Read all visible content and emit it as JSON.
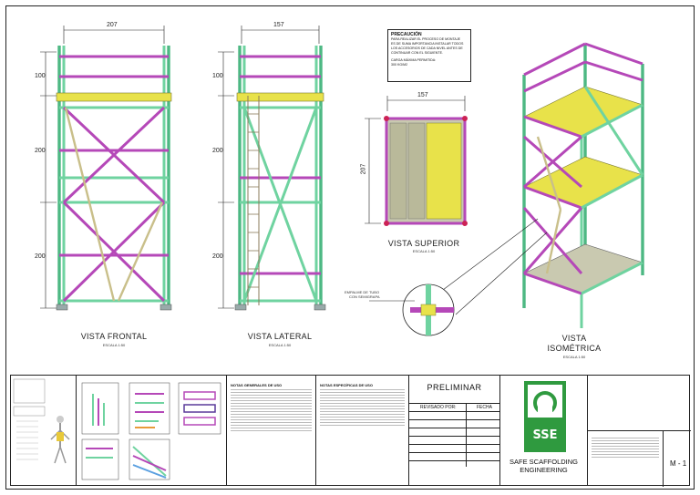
{
  "dimensions": {
    "front_width": "207",
    "lateral_width": "157",
    "top_width": "157",
    "top_depth": "207",
    "h_top": "100",
    "h_mid": "200",
    "h_low": "200",
    "lat_h_top": "100",
    "lat_h_mid": "200",
    "lat_h_low": "200"
  },
  "views": {
    "front": {
      "title": "VISTA FRONTAL",
      "scale": "ESCALA 1:50"
    },
    "lateral": {
      "title": "VISTA LATERAL",
      "scale": "ESCALA 1:50"
    },
    "top": {
      "title": "VISTA SUPERIOR",
      "scale": "ESCALA 1:50"
    },
    "iso": {
      "title_line1": "VISTA",
      "title_line2": "ISOMÉTRICA",
      "scale": "ESCALA 1:50"
    }
  },
  "warning": {
    "title": "PRECAUCIÓN",
    "line1": "PARA REALIZAR EL PROCESO DE MONTAJE",
    "line2": "ES DE SUMA IMPORTANCIA INSTALAR TODOS",
    "line3": "LOS ACCESORIOS DE CADA NIVEL ANTES DE",
    "line4": "CONTINUAR CON EL SIGUIENTE.",
    "line5": "CARGA MÁXIMA PERMITIDA:",
    "line6": "300 KG/M2"
  },
  "callout": {
    "line1": "EMPALME DE TUBO",
    "line2": "CON SEMIGRAPA"
  },
  "titleblock": {
    "notes_general_title": "NOTAS GENERALES DE USO",
    "notes_specific_title": "NOTAS ESPECÍFICAS DE USO",
    "status": "PRELIMINAR",
    "revised_label": "REVISADO POR:",
    "date_label": "FECHA",
    "company_line1": "SAFE SCAFFOLDING",
    "company_line2": "ENGINEERING",
    "logo_text": "SSE",
    "sheet_number": "M - 1"
  },
  "colors": {
    "green_tube": "#6fd3a0",
    "magenta_brace": "#b548b8",
    "yellow_platform": "#e8e24a",
    "tan_brace": "#c9bf8a",
    "logo_green": "#2f9a3f"
  }
}
